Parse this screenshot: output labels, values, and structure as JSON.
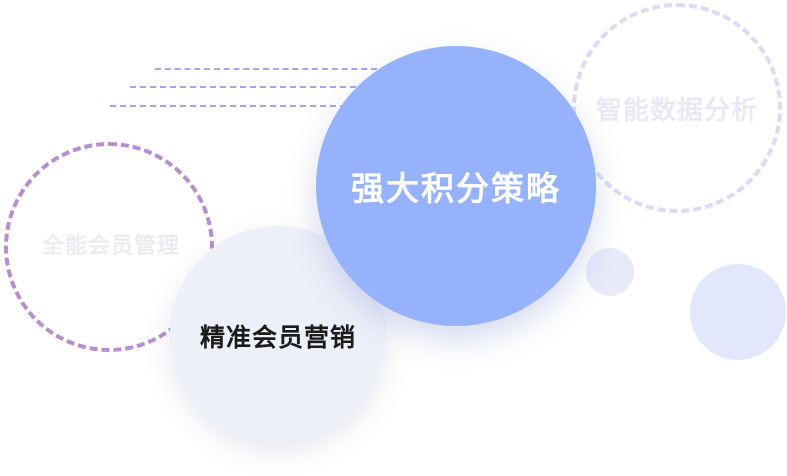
{
  "features": {
    "smart_data_analysis": "智能数据分析",
    "full_member_management": "全能会员管理",
    "powerful_points_strategy": "强大积分策略",
    "precise_member_marketing": "精准会员营销"
  },
  "colors": {
    "strategy_circle": "#96b2fd",
    "marketing_circle": "#edf0f9",
    "left_ring": "#b78fd0",
    "right_ring": "#dcdaf6",
    "dash_lines": "#a9a2ee",
    "small_dot": "#e8eaf9",
    "large_dot": "#e2e7fc"
  }
}
